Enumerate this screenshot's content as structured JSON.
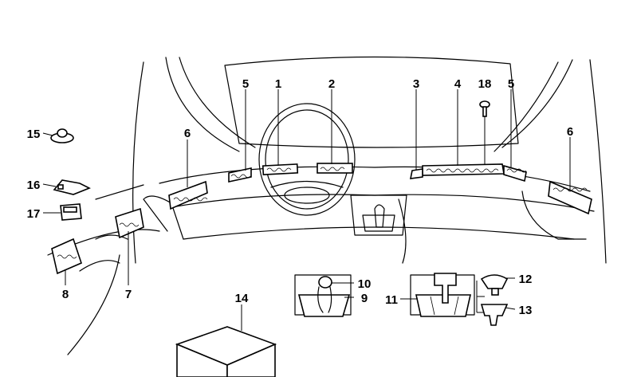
{
  "diagram": {
    "callouts": {
      "c1": "1",
      "c2": "2",
      "c3": "3",
      "c4": "4",
      "c5a": "5",
      "c5b": "5",
      "c6a": "6",
      "c6b": "6",
      "c7": "7",
      "c8": "8",
      "c9": "9",
      "c10": "10",
      "c11": "11",
      "c12": "12",
      "c13": "13",
      "c14": "14",
      "c15": "15",
      "c16": "16",
      "c17": "17",
      "c18": "18"
    }
  }
}
